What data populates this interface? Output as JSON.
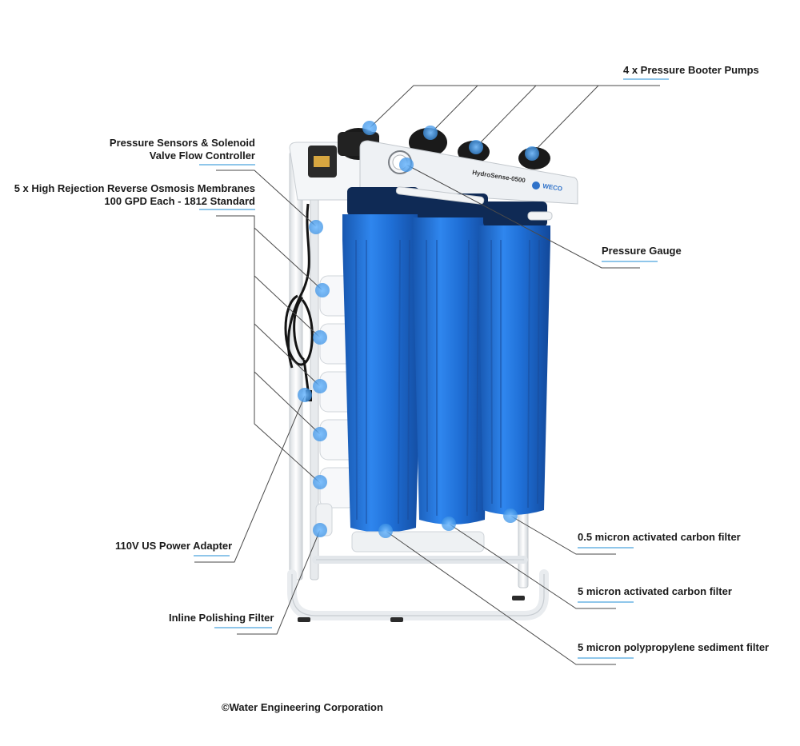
{
  "labels": {
    "booster_pumps": "4 x Pressure Booter Pumps",
    "pressure_sensors_line1": "Pressure Sensors & Solenoid",
    "pressure_sensors_line2": "Valve Flow Controller",
    "membranes_line1": "5 x High Rejection Reverse Osmosis Membranes",
    "membranes_line2": "100 GPD Each - 1812 Standard",
    "pressure_gauge": "Pressure Gauge",
    "power_adapter": "110V US Power Adapter",
    "inline_polishing": "Inline Polishing Filter",
    "carbon_05": "0.5 micron activated carbon filter",
    "carbon_5": "5 micron activated carbon filter",
    "sediment_5": "5 micron polypropylene sediment filter"
  },
  "product_panel": {
    "model_text": "HydroSense-0500",
    "brand_text": "WECO"
  },
  "copyright": "©Water Engineering Corporation",
  "colors": {
    "housing_blue": "#1f6fd6",
    "housing_dark": "#1757b0",
    "housing_cap": "#0f2a55",
    "frame_white": "#f2f4f6",
    "leader_line": "#4a4a4a",
    "underline_blue": "#8fc6ea",
    "marker_blue": "#5aa9ee"
  }
}
